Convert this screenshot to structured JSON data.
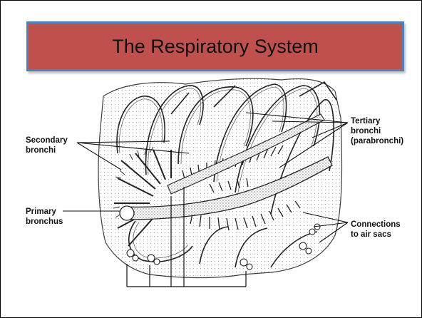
{
  "slide": {
    "title": "The Respiratory System"
  },
  "diagram": {
    "labels": {
      "secondary_bronchi": [
        "Secondary",
        "bronchi"
      ],
      "primary_bronchus": [
        "Primary",
        "bronchus"
      ],
      "tertiary_bronchi": [
        "Tertiary",
        "bronchi",
        "(parabronchi)"
      ],
      "connections": [
        "Connections",
        "to air sacs"
      ]
    }
  }
}
